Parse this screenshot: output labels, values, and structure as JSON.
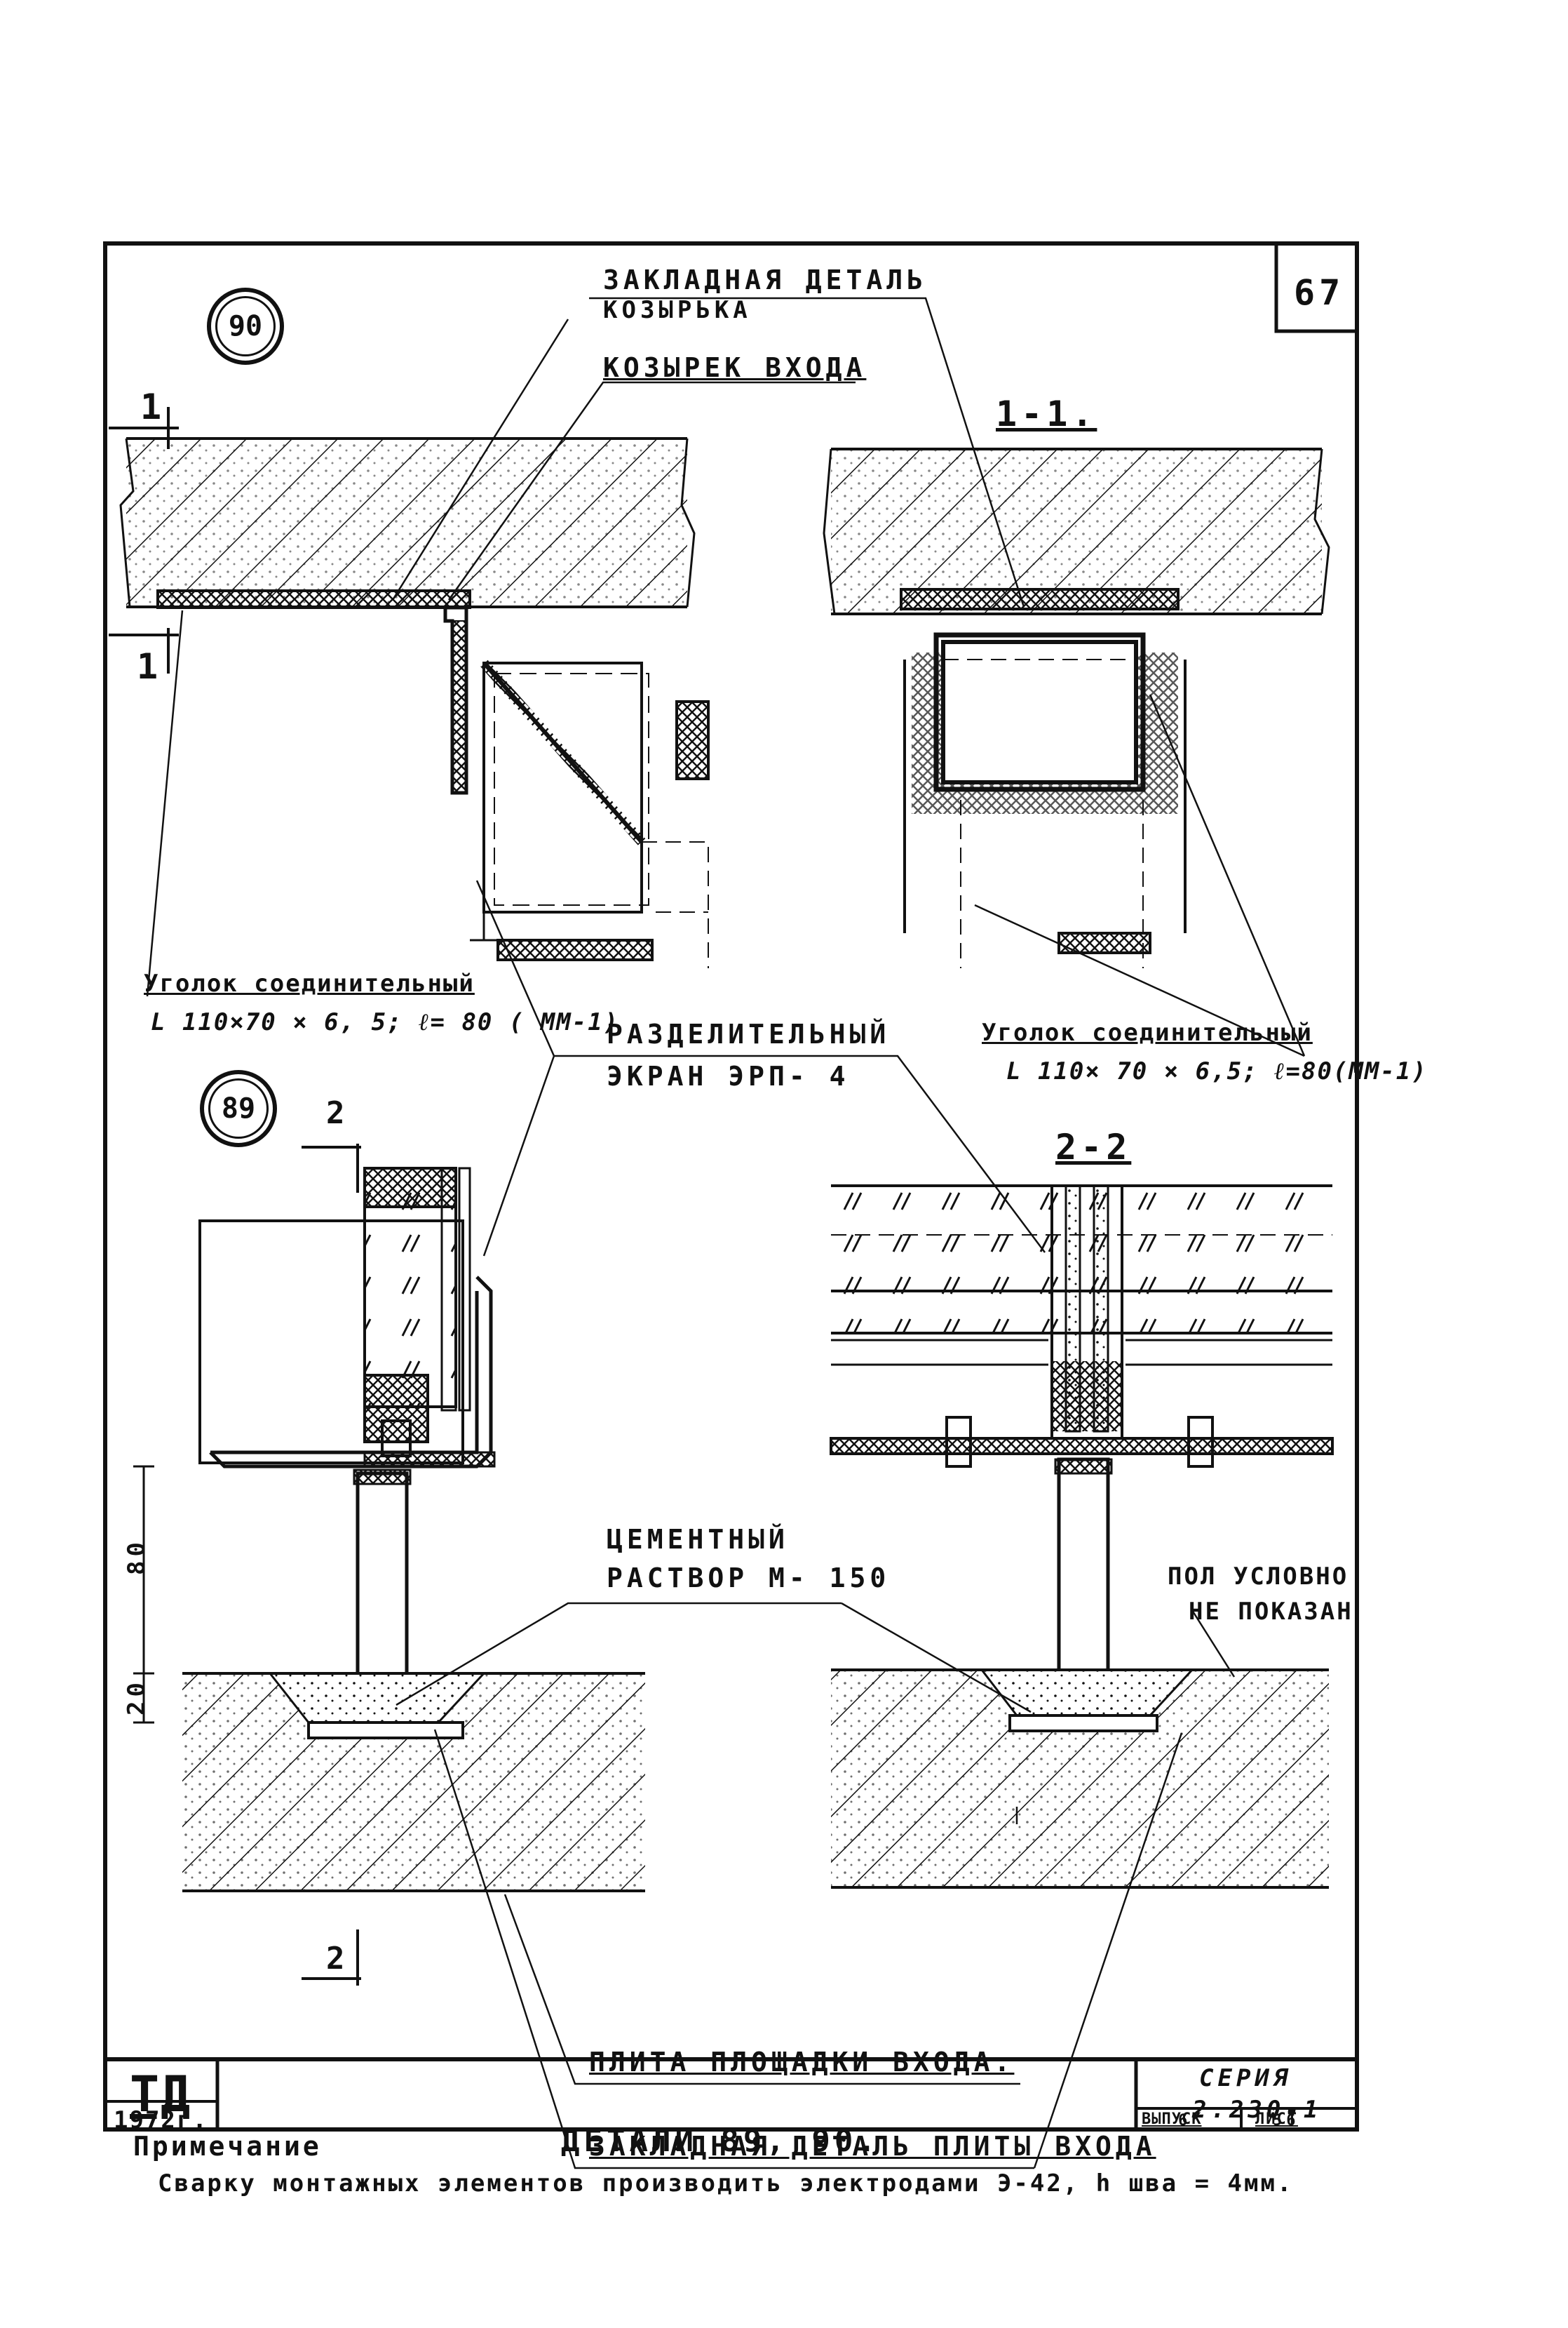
{
  "sheet": {
    "number": "67"
  },
  "details": {
    "d90": "90",
    "d89": "89"
  },
  "sections": {
    "s11": "1-1.",
    "s22": "2-2",
    "cut1a": "1",
    "cut1b": "1",
    "cut2a": "2",
    "cut2b": "2"
  },
  "callouts": {
    "embed_canopy_1": "ЗАКЛАДНАЯ ДЕТАЛЬ",
    "embed_canopy_2": "КОЗЫРЬКА",
    "canopy": "КОЗЫРЕК ВХОДА",
    "angle_left_1": "Уголок соединительный",
    "angle_left_2": "L 110×70 × 6, 5; ℓ= 80 ( ММ-1)",
    "screen_1": "РАЗДЕЛИТЕЛЬНЫЙ",
    "screen_2": "ЭКРАН ЭРП- 4",
    "angle_right_1": "Уголок соединительный",
    "angle_right_2": "L 110× 70 × 6,5; ℓ=80(ММ-1)",
    "mortar_1": "ЦЕМЕНТНЫЙ",
    "mortar_2": "РАСТВОР М- 150",
    "floor_1": "ПОЛ УСЛОВНО",
    "floor_2": "НЕ ПОКАЗАН",
    "slab": "ПЛИТА ПЛОЩАДКИ ВХОДА.",
    "embed_slab": "ЗАКЛАДНАЯ ДЕТАЛЬ ПЛИТЫ ВХОДА"
  },
  "dims": {
    "d80": "80",
    "d20": "20"
  },
  "note": {
    "heading": "Примечание",
    "text": "Сварку монтажных элементов производить электродами Э-42, h шва = 4мм."
  },
  "title_block": {
    "org": "ТД",
    "year": "1972г.",
    "title": "ДЕТАЛИ 89, 90.",
    "series_label": "СЕРИЯ",
    "series_value": "2.230-1",
    "issue_label": "ВЫПУСК",
    "issue_value": "6",
    "sheet_label": "ЛИСТ",
    "sheet_value": "56"
  }
}
